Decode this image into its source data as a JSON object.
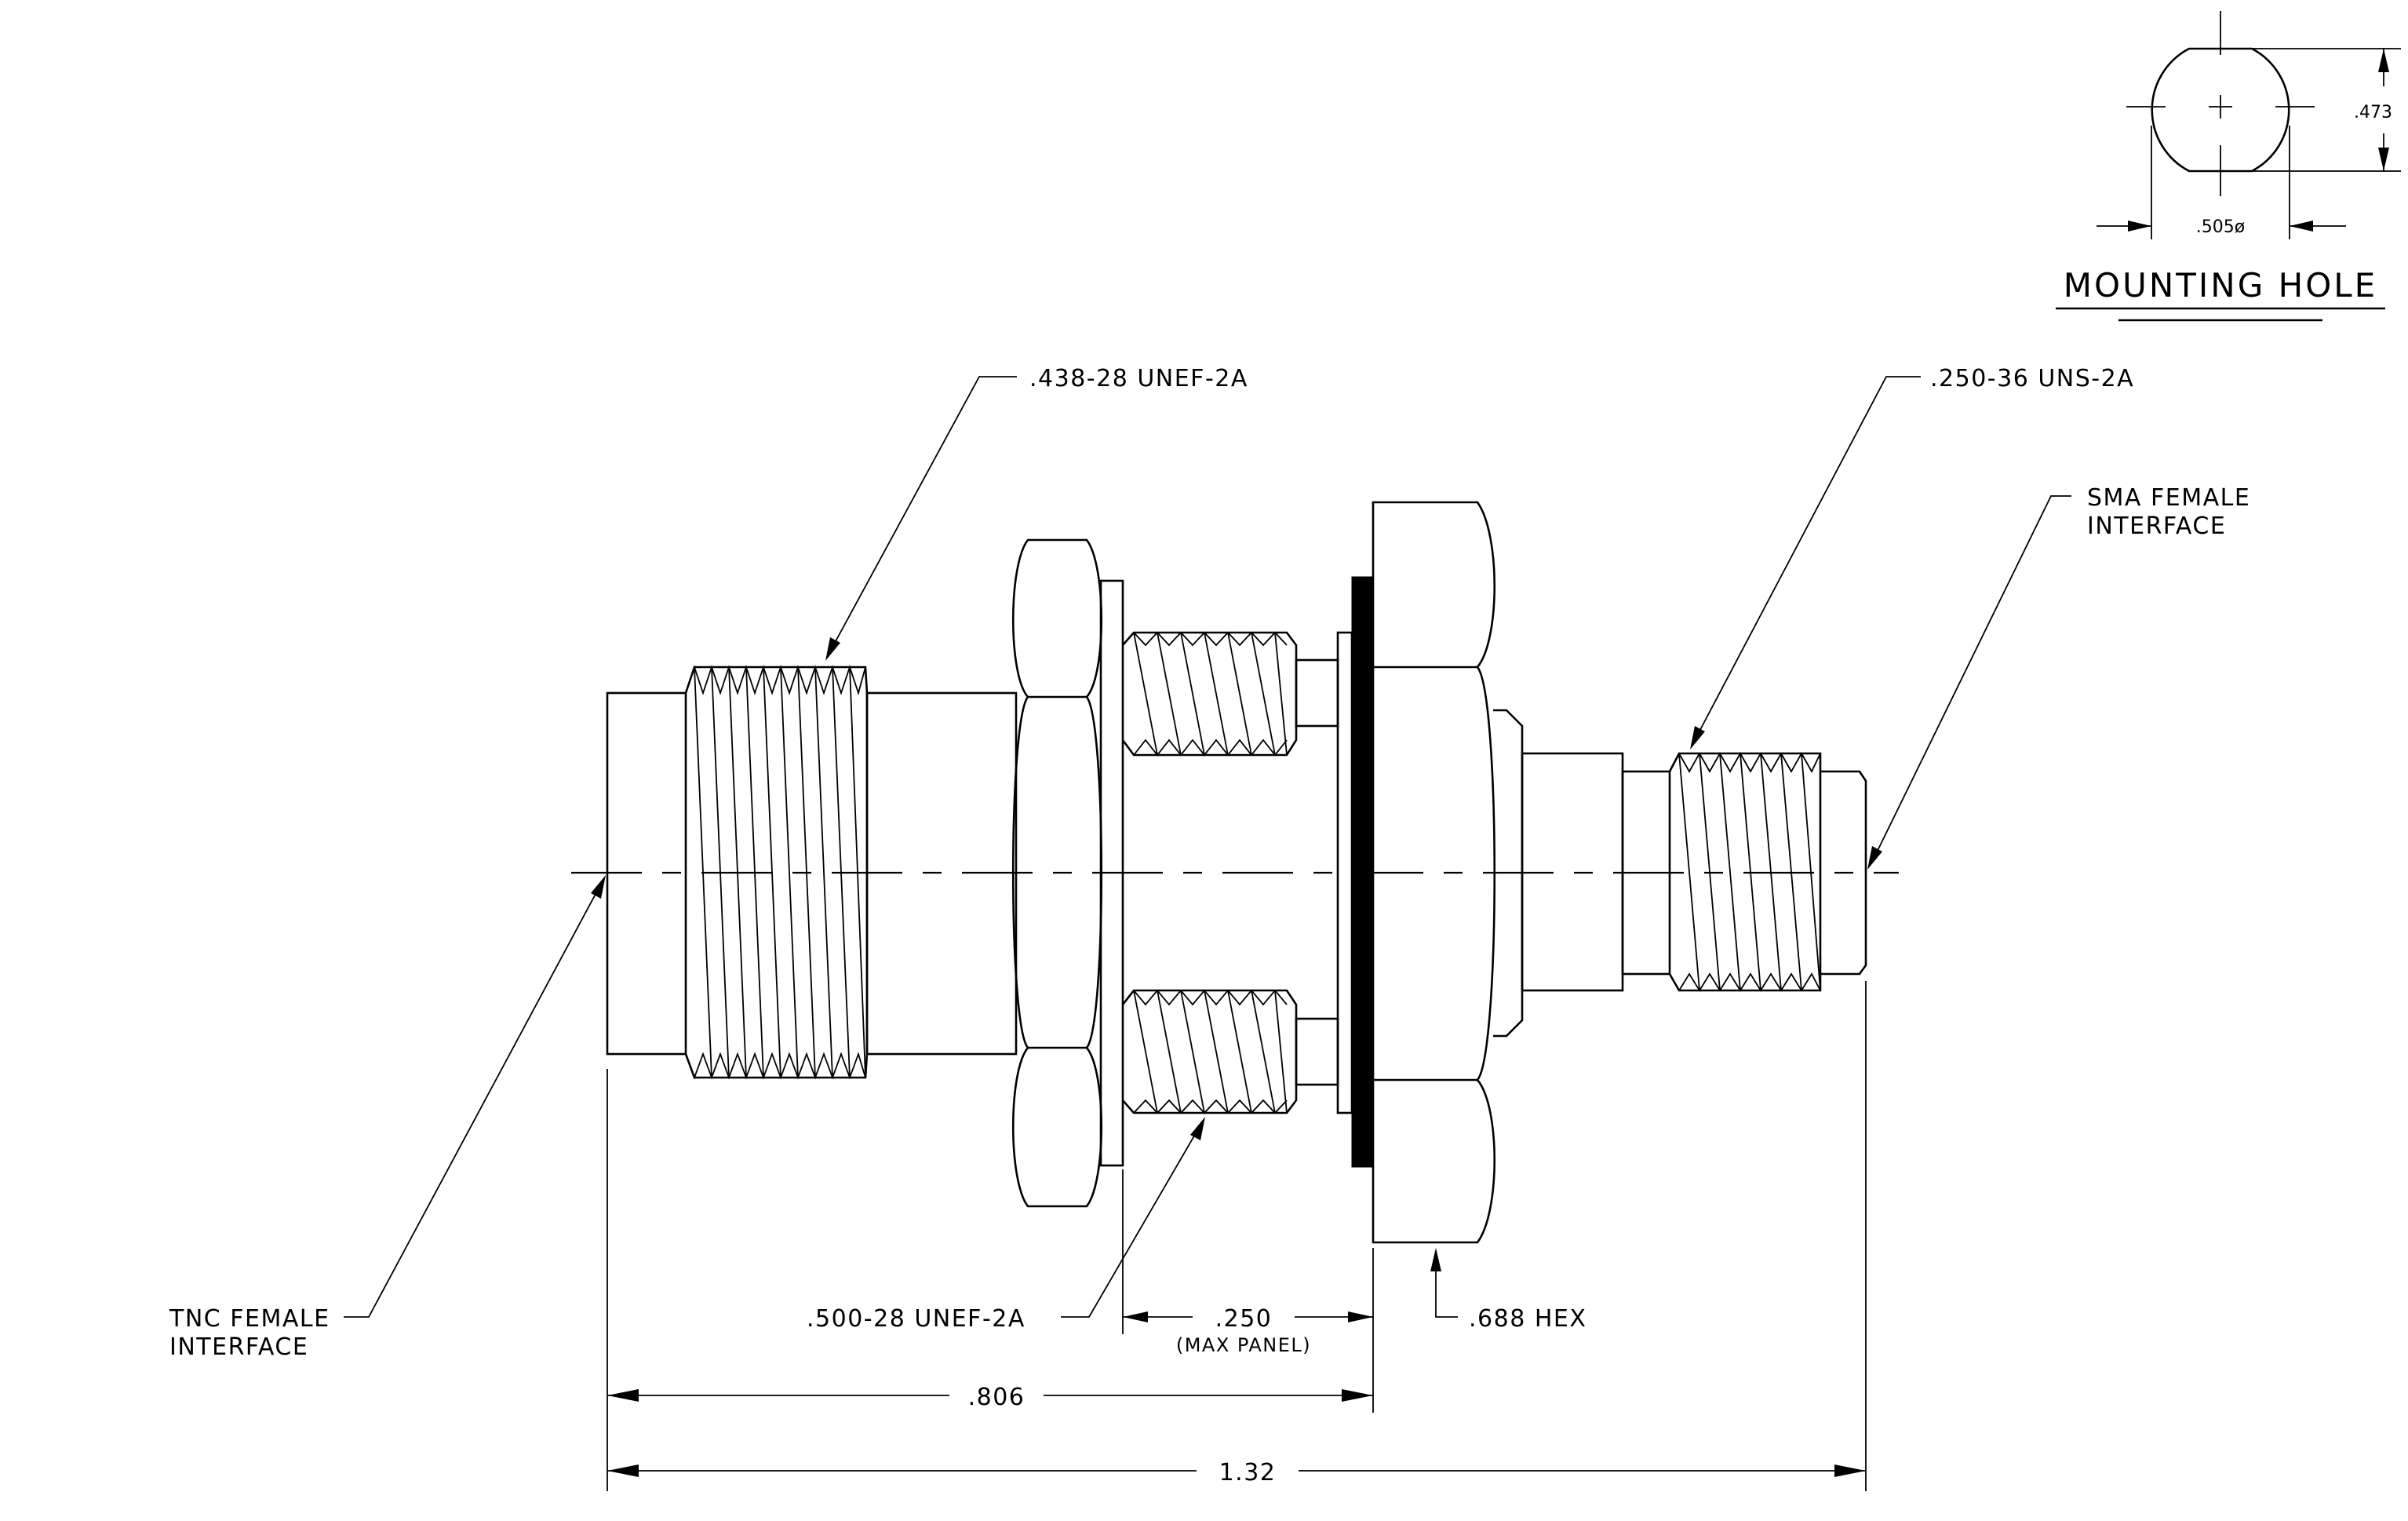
{
  "labels": {
    "mounting_hole_title": "MOUNTING HOLE",
    "mounting_hole_height": ".473",
    "mounting_hole_diameter": ".505ø",
    "thread_tnc": ".438-28 UNEF-2A",
    "thread_sma": ".250-36 UNS-2A",
    "sma_interface_line1": "SMA FEMALE",
    "sma_interface_line2": "INTERFACE",
    "tnc_interface_line1": "TNC FEMALE",
    "tnc_interface_line2": "INTERFACE",
    "thread_bulkhead": ".500-28 UNEF-2A",
    "panel_dim": ".250",
    "panel_note": "(MAX PANEL)",
    "hex_dim": ".688 HEX",
    "dim_806": ".806",
    "dim_132": "1.32"
  }
}
